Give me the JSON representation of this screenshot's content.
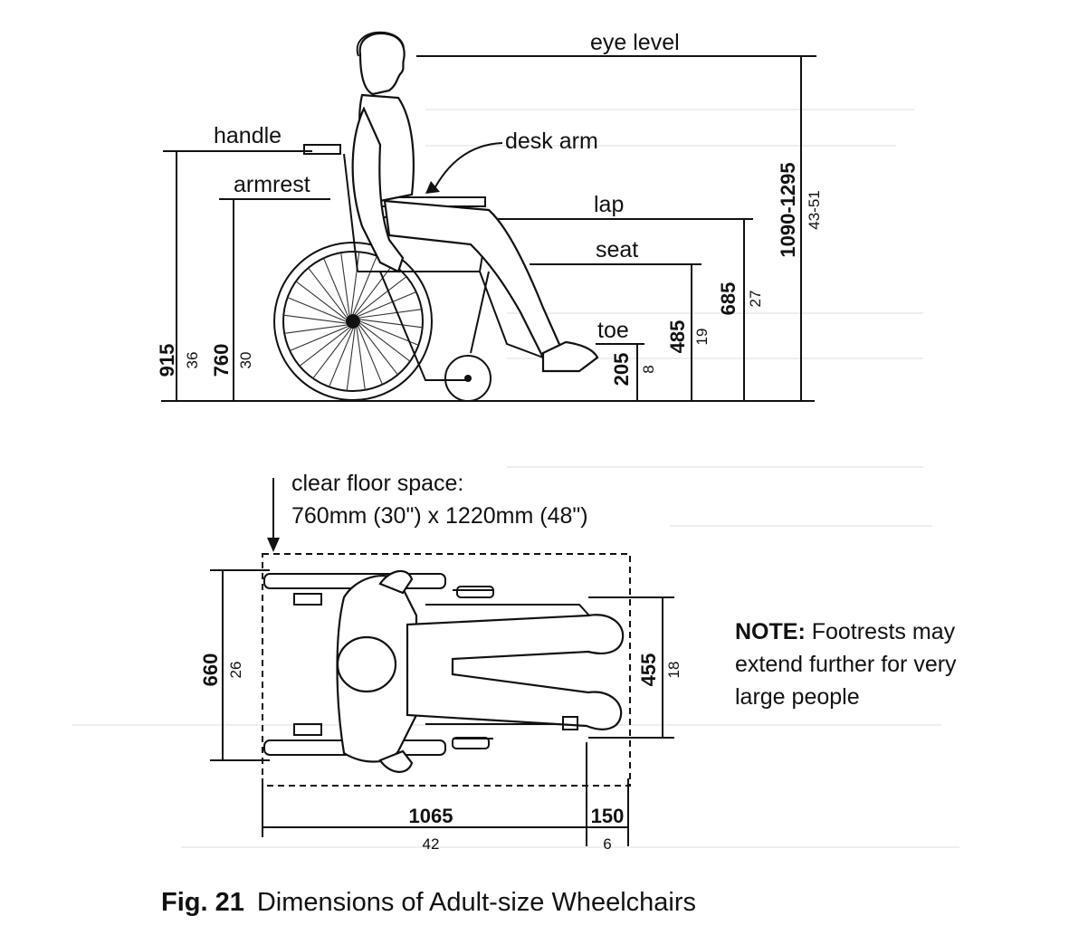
{
  "side_view": {
    "labels": {
      "eye_level": "eye level",
      "handle": "handle",
      "desk_arm": "desk arm",
      "armrest": "armrest",
      "lap": "lap",
      "seat": "seat",
      "toe": "toe"
    },
    "dimensions": {
      "handle_mm": "915",
      "handle_in": "36",
      "armrest_mm": "760",
      "armrest_in": "30",
      "toe_mm": "205",
      "toe_in": "8",
      "seat_mm": "485",
      "seat_in": "19",
      "lap_mm": "685",
      "lap_in": "27",
      "eye_mm": "1090-1295",
      "eye_in": "43-51"
    }
  },
  "top_view": {
    "clear_floor_line1": "clear floor space:",
    "clear_floor_line2": "760mm (30\") x 1220mm (48\")",
    "dimensions": {
      "width_mm": "660",
      "width_in": "26",
      "seat_width_mm": "455",
      "seat_width_in": "18",
      "length_mm": "1065",
      "length_in": "42",
      "footrest_mm": "150",
      "footrest_in": "6"
    },
    "note_bold": "NOTE:",
    "note_line1": " Footrests may",
    "note_line2": "extend further for very",
    "note_line3": "large people"
  },
  "caption": {
    "fig": "Fig. 21",
    "title": "Dimensions of Adult-size Wheelchairs"
  }
}
